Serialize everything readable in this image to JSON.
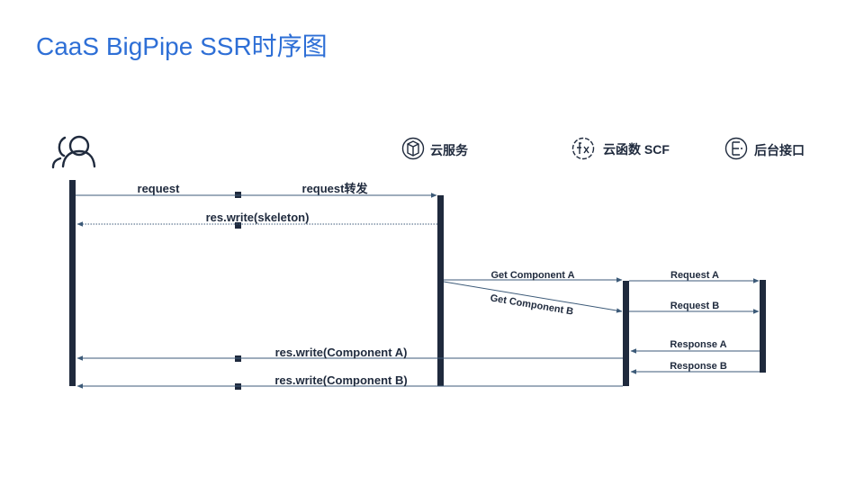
{
  "title": "CaaS BigPipe SSR时序图",
  "actors": {
    "user": {
      "label": "",
      "icon": "users-icon"
    },
    "cloud_service": {
      "label": "云服务",
      "icon": "cloud-service-icon"
    },
    "cloud_function": {
      "label": "云函数 SCF",
      "icon": "cloud-function-icon"
    },
    "backend": {
      "label": "后台接口",
      "icon": "backend-api-icon"
    }
  },
  "messages": {
    "request": "request",
    "request_forward": "request转发",
    "res_write_skeleton": "res.write(skeleton)",
    "get_component_a": "Get Component A",
    "get_component_b": "Get Component B",
    "request_a": "Request A",
    "request_b": "Request B",
    "response_a": "Response A",
    "response_b": "Response B",
    "res_write_component_a": "res.write(Component A)",
    "res_write_component_b": "res.write(Component B)"
  },
  "colors": {
    "title": "#2e6fd6",
    "lifeline": "#1f2a3d",
    "arrow": "#3c5a78"
  }
}
